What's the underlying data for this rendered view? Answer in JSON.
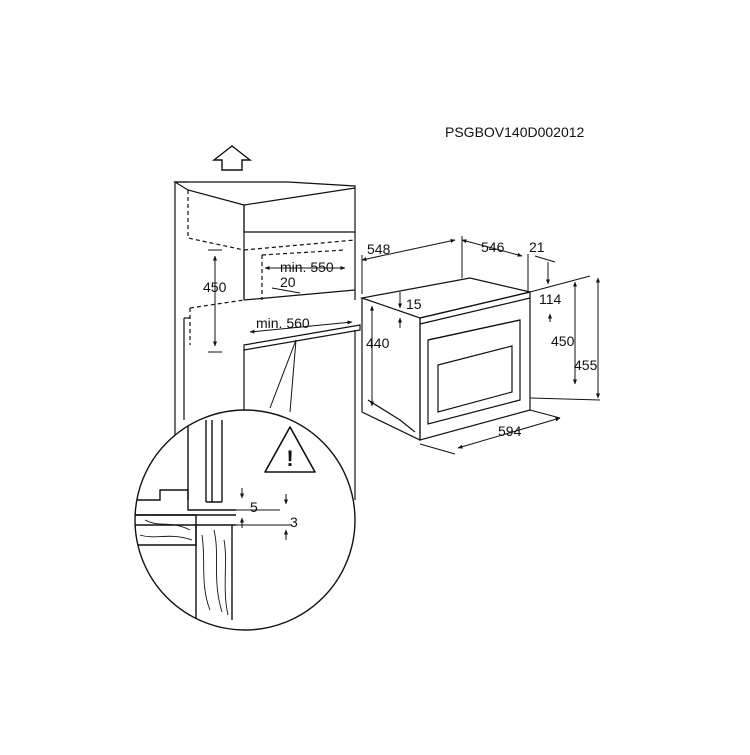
{
  "document_code": "PSGBOV140D002012",
  "dimensions": {
    "cabinet": {
      "height_450": "450",
      "min_550": "min. 550",
      "gap_20": "20",
      "min_560": "min. 560"
    },
    "oven": {
      "depth_548": "548",
      "depth_546": "546",
      "front_21": "21",
      "top_15": "15",
      "top_114": "114",
      "height_440": "440",
      "height_450": "450",
      "height_455": "455",
      "width_594": "594"
    },
    "detail": {
      "gap_5": "5",
      "gap_3": "3",
      "warning_symbol": "!"
    }
  },
  "icons": {
    "arrow": "up-arrow-icon",
    "warning": "warning-triangle-icon"
  }
}
